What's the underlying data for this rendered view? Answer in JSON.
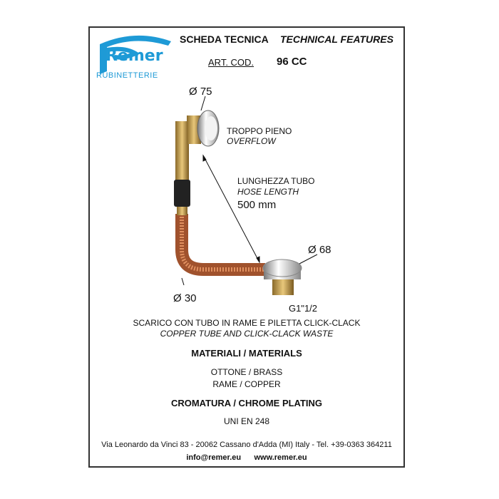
{
  "logo": {
    "brand": "Remer",
    "sub": "RUBINETTERIE",
    "color": "#1e9ad6"
  },
  "header": {
    "title_it": "SCHEDA TECNICA",
    "title_en": "TECHNICAL FEATURES",
    "art_label": "ART. COD.",
    "art_code": "96 CC"
  },
  "drawing": {
    "dia_overflow": "Ø 75",
    "overflow_it": "TROPPO PIENO",
    "overflow_en": "OVERFLOW",
    "hose_it": "LUNGHEZZA TUBO",
    "hose_en": "HOSE LENGTH",
    "hose_value": "500 mm",
    "dia_waste": "Ø 68",
    "dia_tube": "Ø 30",
    "thread": "G1\"1/2"
  },
  "description": {
    "it": "SCARICO CON TUBO IN RAME E PILETTA CLICK-CLACK",
    "en": "COPPER TUBE  AND CLICK-CLACK  WASTE"
  },
  "materials": {
    "heading": "MATERIALI / MATERIALS",
    "items": [
      "OTTONE / BRASS",
      "RAME / COPPER"
    ]
  },
  "plating": "CROMATURA / CHROME PLATING",
  "standard": "UNI EN 248",
  "footer": {
    "address": "Via Leonardo da Vinci 83 - 20062 Cassano d'Adda (MI) Italy - Tel. +39-0363 364211",
    "email": "info@remer.eu",
    "web": "www.remer.eu"
  }
}
